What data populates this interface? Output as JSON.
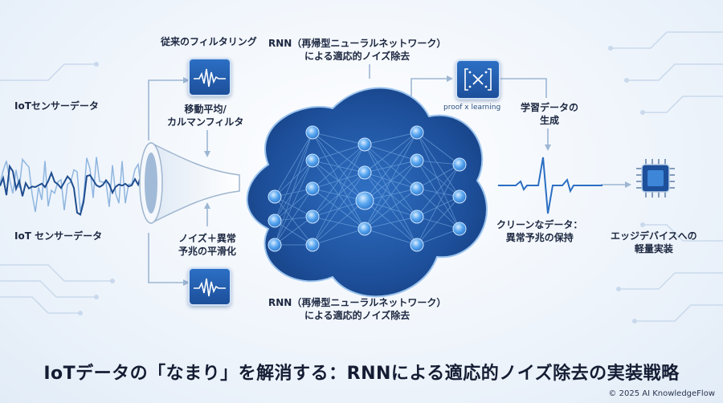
{
  "labels": {
    "iot_top": "IoTセンサーデータ",
    "iot_bottom": "IoT センサーデータ",
    "conv_filter_title": "従来のフィルタリング",
    "moving_avg": [
      "移動平均/",
      "カルマンフィルタ"
    ],
    "noise_smooth": [
      "ノイズ＋異常",
      "予兆の平滑化"
    ],
    "rnn_top": [
      "RNN（再帰型ニューラルネットワーク）",
      "による適応的ノイズ除去"
    ],
    "rnn_bottom": [
      "RNN（再帰型ニューラルネットワーク）",
      "による適応的ノイズ除去"
    ],
    "proof_learning": "proof x learning",
    "training_data": [
      "学習データの",
      "生成"
    ],
    "clean_data": [
      "クリーンなデータ：",
      "異常予兆の保持"
    ],
    "edge": [
      "エッジデバイスへの",
      "軽量実装"
    ]
  },
  "title": "IoTデータの「なまり」を解消する：RNNによる適応的ノイズ除去の実装戦略",
  "credit": "© 2025 AI KnowledgeFlow",
  "colors": {
    "accent": "#1d4f9a",
    "accent_light": "#3d86d8",
    "node": "#5aa7f0",
    "wave_dark": "#1f4d8f",
    "wave_light": "#8fb6e0"
  }
}
